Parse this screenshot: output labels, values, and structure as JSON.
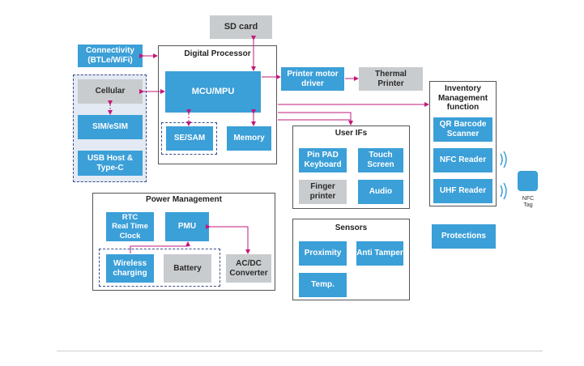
{
  "blocks": {
    "sd_card": "SD card",
    "connectivity": "Connectivity\n(BTLe/WiFi)",
    "cellular": "Cellular",
    "sim": "SIM/eSIM",
    "usb": "USB Host &\nType-C",
    "mcu": "MCU/MPU",
    "se_sam": "SE/SAM",
    "memory": "Memory",
    "printer_motor": "Printer motor\ndriver",
    "thermal_printer": "Thermal\nPrinter",
    "pin_pad": "Pin PAD\nKeyboard",
    "touch_screen": "Touch\nScreen",
    "finger_printer": "Finger\nprinter",
    "audio": "Audio",
    "proximity": "Proximity",
    "anti_tamper": "Anti Tamper",
    "temp": "Temp.",
    "rtc": "RTC\nReal Time\nClock",
    "pmu": "PMU",
    "wireless_charging": "Wireless\ncharging",
    "battery": "Battery",
    "ac_dc": "AC/DC\nConverter",
    "qr": "QR Barcode\nScanner",
    "nfc_reader": "NFC Reader",
    "uhf_reader": "UHF Reader",
    "protections": "Protections",
    "nfc_tag": "NFC\nTag"
  },
  "panels": {
    "digital_processor": "Digital Processor",
    "user_ifs": "User IFs",
    "sensors": "Sensors",
    "power_management": "Power Management",
    "inventory": "Inventory\nManagement\nfunction"
  },
  "colors": {
    "block_blue": "#3b9fd8",
    "block_grey": "#c9ccce",
    "connector": "#c2187a",
    "dashed_border": "#3a4d8a"
  }
}
